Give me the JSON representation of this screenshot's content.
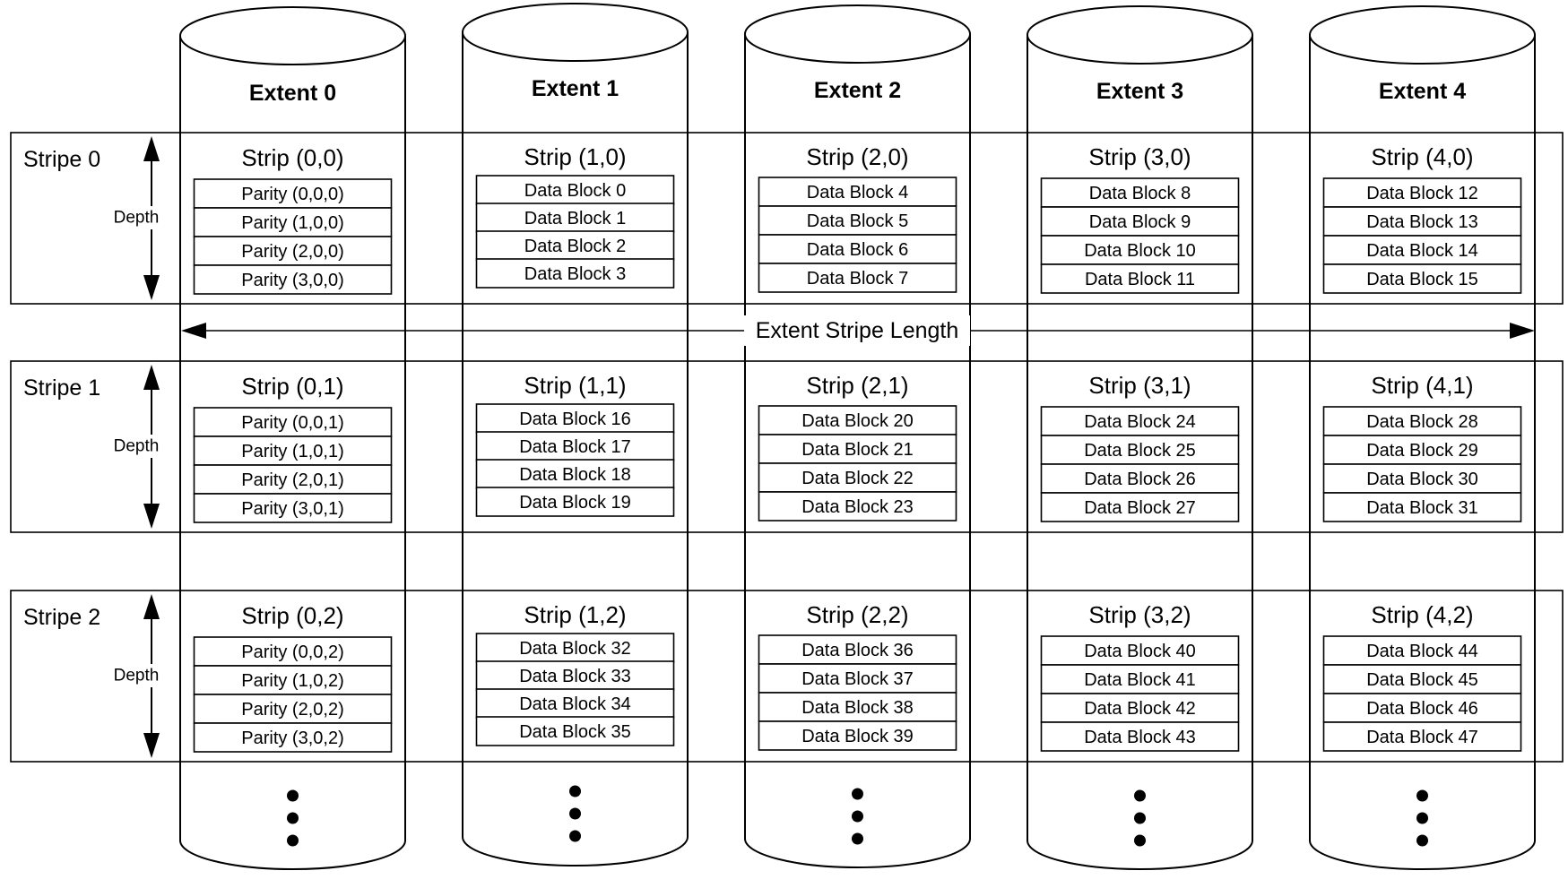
{
  "extents": [
    "Extent 0",
    "Extent 1",
    "Extent 2",
    "Extent 3",
    "Extent 4"
  ],
  "stripes": [
    {
      "label": "Stripe 0",
      "depth_label": "Depth",
      "strips": [
        {
          "title": "Strip (0,0)",
          "blocks": [
            "Parity (0,0,0)",
            "Parity (1,0,0)",
            "Parity (2,0,0)",
            "Parity (3,0,0)"
          ]
        },
        {
          "title": "Strip (1,0)",
          "blocks": [
            "Data Block 0",
            "Data Block 1",
            "Data Block 2",
            "Data Block 3"
          ]
        },
        {
          "title": "Strip (2,0)",
          "blocks": [
            "Data Block 4",
            "Data Block 5",
            "Data Block 6",
            "Data Block 7"
          ]
        },
        {
          "title": "Strip (3,0)",
          "blocks": [
            "Data Block 8",
            "Data Block 9",
            "Data Block 10",
            "Data Block 11"
          ]
        },
        {
          "title": "Strip (4,0)",
          "blocks": [
            "Data Block 12",
            "Data Block 13",
            "Data Block 14",
            "Data Block 15"
          ]
        }
      ]
    },
    {
      "label": "Stripe 1",
      "depth_label": "Depth",
      "strips": [
        {
          "title": "Strip (0,1)",
          "blocks": [
            "Parity (0,0,1)",
            "Parity (1,0,1)",
            "Parity (2,0,1)",
            "Parity (3,0,1)"
          ]
        },
        {
          "title": "Strip (1,1)",
          "blocks": [
            "Data Block 16",
            "Data Block 17",
            "Data Block 18",
            "Data Block 19"
          ]
        },
        {
          "title": "Strip (2,1)",
          "blocks": [
            "Data Block 20",
            "Data Block 21",
            "Data Block 22",
            "Data Block 23"
          ]
        },
        {
          "title": "Strip (3,1)",
          "blocks": [
            "Data Block 24",
            "Data Block 25",
            "Data Block 26",
            "Data Block 27"
          ]
        },
        {
          "title": "Strip (4,1)",
          "blocks": [
            "Data Block 28",
            "Data Block 29",
            "Data Block 30",
            "Data Block 31"
          ]
        }
      ]
    },
    {
      "label": "Stripe 2",
      "depth_label": "Depth",
      "strips": [
        {
          "title": "Strip (0,2)",
          "blocks": [
            "Parity (0,0,2)",
            "Parity (1,0,2)",
            "Parity (2,0,2)",
            "Parity (3,0,2)"
          ]
        },
        {
          "title": "Strip (1,2)",
          "blocks": [
            "Data Block 32",
            "Data Block 33",
            "Data Block 34",
            "Data Block 35"
          ]
        },
        {
          "title": "Strip (2,2)",
          "blocks": [
            "Data Block 36",
            "Data Block 37",
            "Data Block 38",
            "Data Block 39"
          ]
        },
        {
          "title": "Strip (3,2)",
          "blocks": [
            "Data Block 40",
            "Data Block 41",
            "Data Block 42",
            "Data Block 43"
          ]
        },
        {
          "title": "Strip (4,2)",
          "blocks": [
            "Data Block 44",
            "Data Block 45",
            "Data Block 46",
            "Data Block 47"
          ]
        }
      ]
    }
  ],
  "extent_stripe_length_label": "Extent Stripe Length",
  "continuation_icon": "vertical-ellipsis-icon",
  "colors": {
    "line": "#000000",
    "background": "#ffffff"
  }
}
